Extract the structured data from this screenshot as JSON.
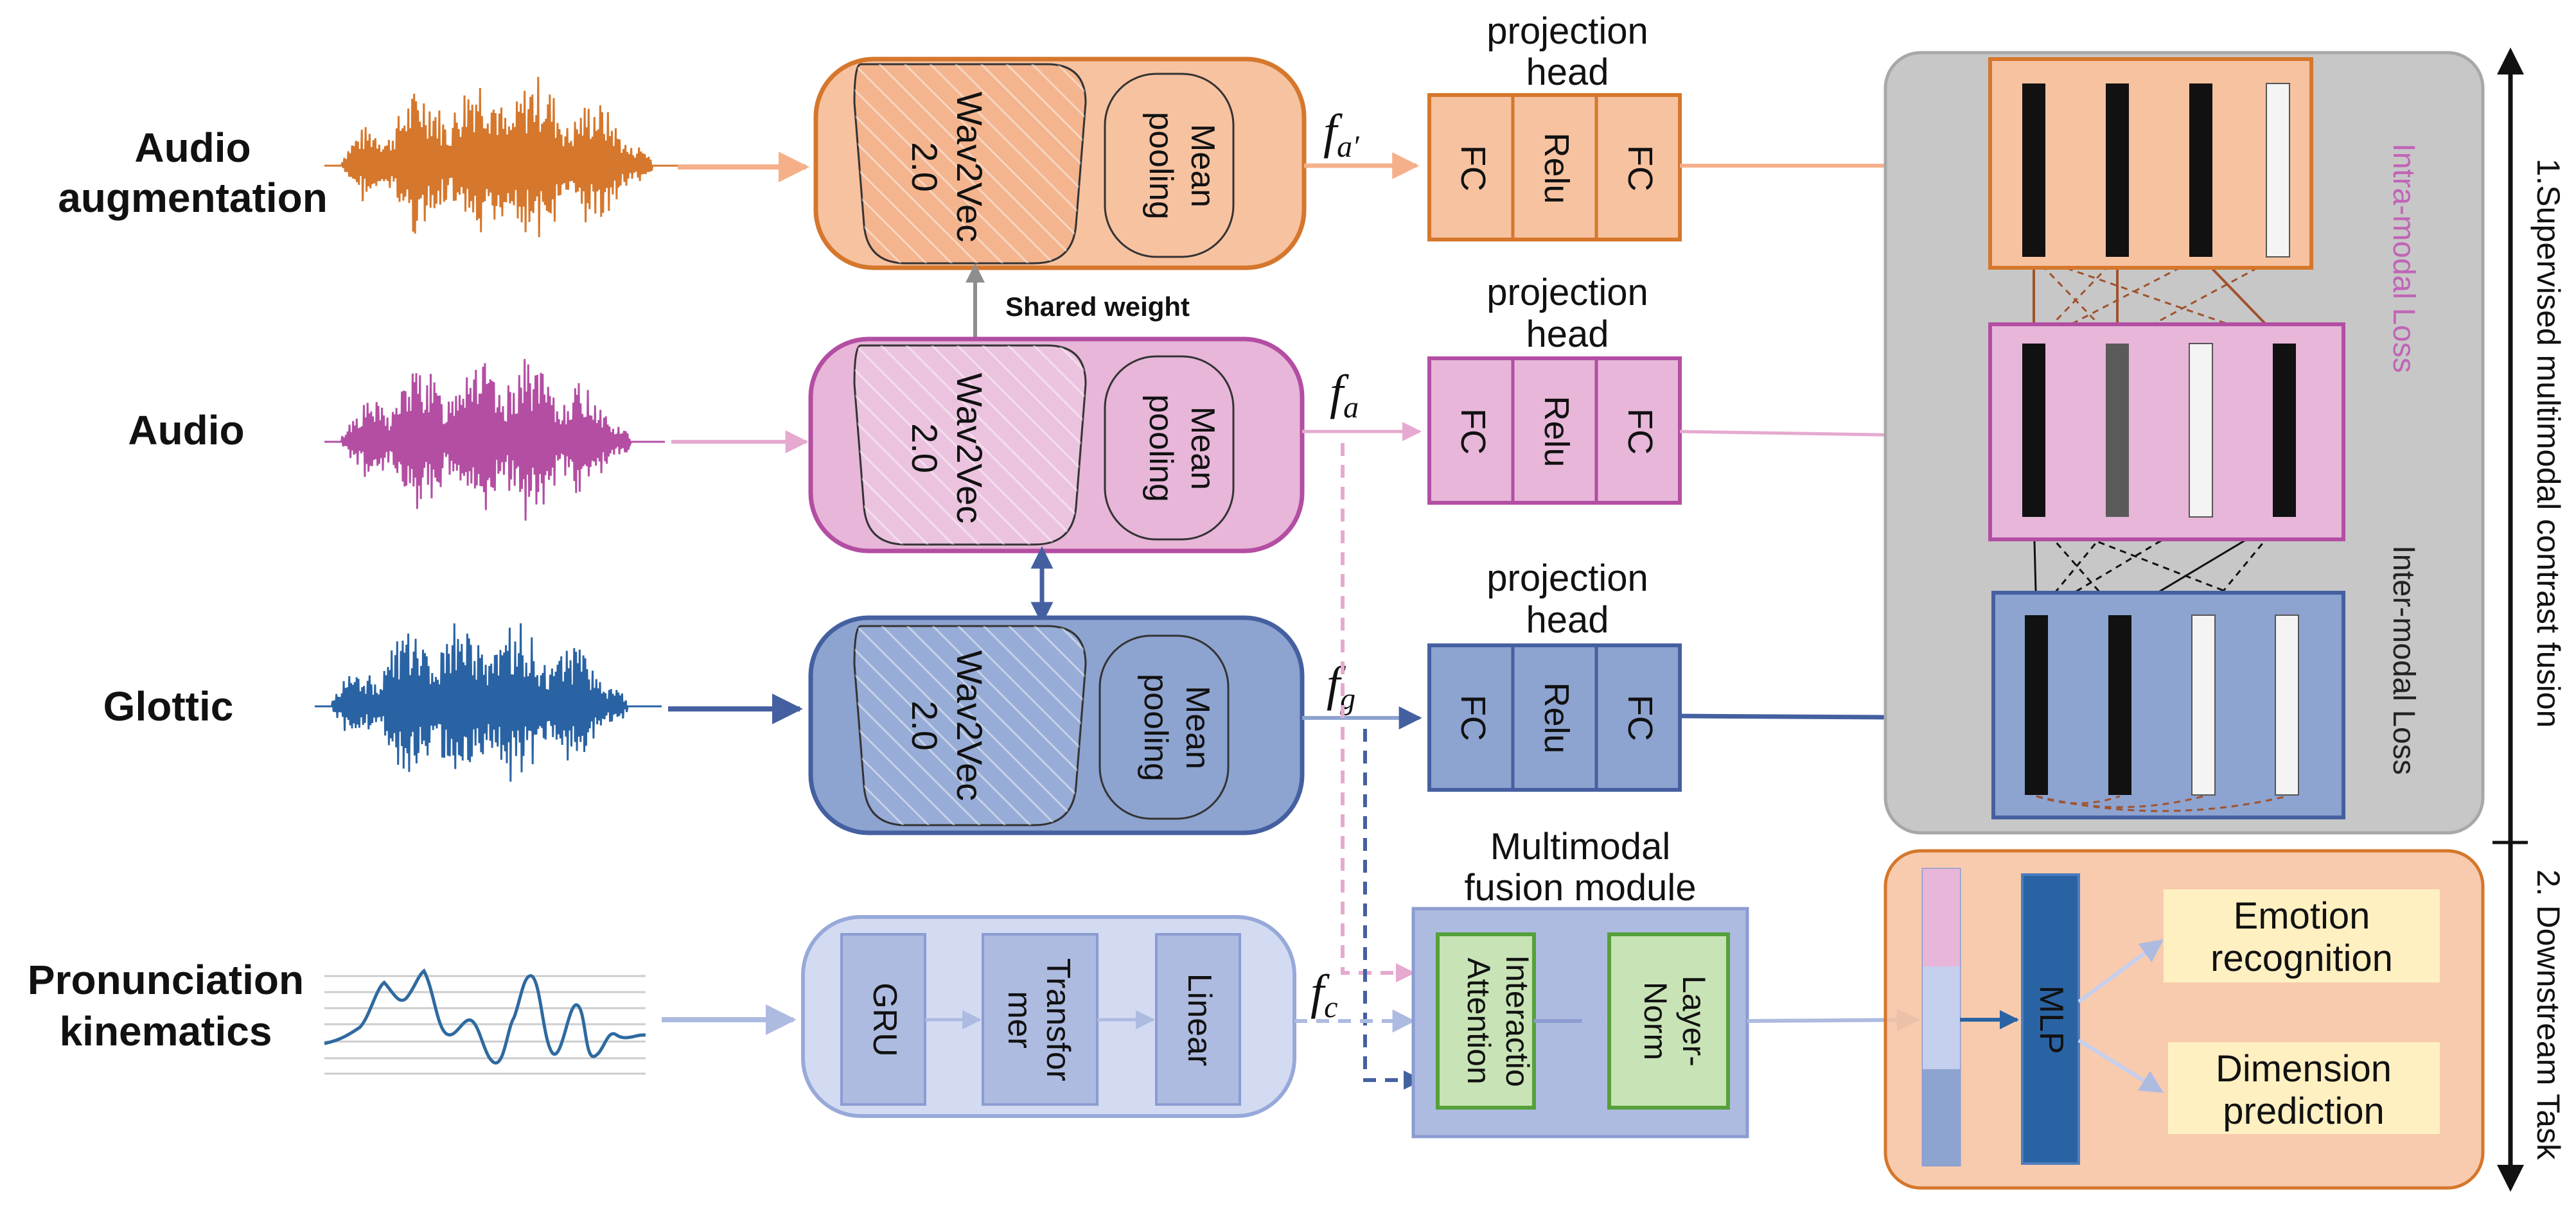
{
  "inputs": {
    "audio_aug": [
      "Audio",
      "augmentation"
    ],
    "audio": "Audio",
    "glottic": "Glottic",
    "kinematics": [
      "Pronunciation",
      "kinematics"
    ]
  },
  "encoder": {
    "wav2vec": [
      "Wav2Vec",
      "2.0"
    ],
    "mean_pooling": [
      "Mean",
      "pooling"
    ],
    "shared_weight": "Shared weight"
  },
  "kinematics_encoder": {
    "gru": "GRU",
    "transformer": [
      "Transfor",
      "mer"
    ],
    "linear": "Linear"
  },
  "features": {
    "fa_prime": "f",
    "fa_prime_sub": "a′",
    "fa": "f",
    "fa_sub": "a",
    "fg": "f",
    "fg_sub": "g",
    "fc": "f",
    "fc_sub": "c"
  },
  "projection": {
    "title": [
      "projection",
      "head"
    ],
    "fc": "FC",
    "relu": "Relu"
  },
  "fusion": {
    "title": [
      "Multimodal",
      "fusion module"
    ],
    "interaction": [
      "Interactio",
      "Attention"
    ],
    "layernorm": [
      "Layer-",
      "Norm"
    ]
  },
  "contrast": {
    "intra_loss": "Intra-modal Loss",
    "inter_loss": "Inter-modal Loss",
    "stage1": "1.Supervised multimodal contrast fusion",
    "stage2": "2. Downstream Task"
  },
  "downstream": {
    "mlp": "MLP",
    "emotion": [
      "Emotion",
      "recognition"
    ],
    "dimension": [
      "Dimension",
      "prediction"
    ]
  },
  "colors": {
    "orange_fill": "#f7c2a0",
    "orange_stroke": "#d5772c",
    "pink_fill": "#e7b6d8",
    "pink_stroke": "#b34ea3",
    "blue_fill": "#8da3d0",
    "blue_stroke": "#4560a0",
    "lightblue_fill": "#d3dbf2",
    "lightblue_stroke": "#97a9d9",
    "gray_panel": "#c7c7c7",
    "green_fill": "#c8e3b5",
    "green_stroke": "#56a03a",
    "yellow_fill": "#fff0c2",
    "dark_blue": "#2a63a3"
  }
}
